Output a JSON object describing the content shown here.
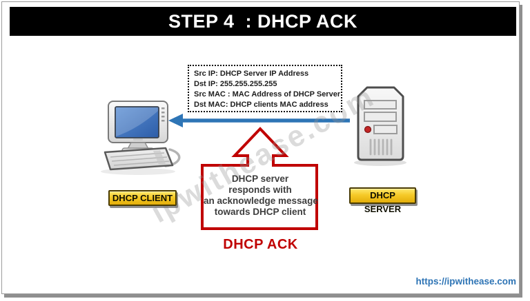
{
  "header": {
    "title": "STEP 4  : DHCP ACK"
  },
  "packet_info": {
    "lines": [
      "Src IP: DHCP Server IP Address",
      "Dst IP: 255.255.255.255",
      "Src MAC : MAC Address of DHCP Server",
      "Dst MAC: DHCP clients MAC address"
    ]
  },
  "nodes": {
    "client": {
      "label": "DHCP CLIENT",
      "icon": "desktop-computer-icon"
    },
    "server": {
      "label": "DHCP SERVER",
      "icon": "server-tower-icon"
    }
  },
  "message": {
    "arrow_icon": "left-arrow-icon",
    "arrow_direction": "server-to-client",
    "callout_lines": [
      "DHCP server",
      "responds with",
      "an acknowledge message",
      "towards DHCP client"
    ],
    "caption": "DHCP ACK"
  },
  "watermark": "ipwithease.com",
  "footer": {
    "url": "https://ipwithease.com"
  },
  "colors": {
    "title_bg": "#000000",
    "title_text": "#FFFFFF",
    "accent_red": "#C00000",
    "arrow_blue": "#2E75B6",
    "label_yellow": "#F6CA28",
    "url_blue": "#2E74B5",
    "screen_blue": "#3E6FBE"
  }
}
